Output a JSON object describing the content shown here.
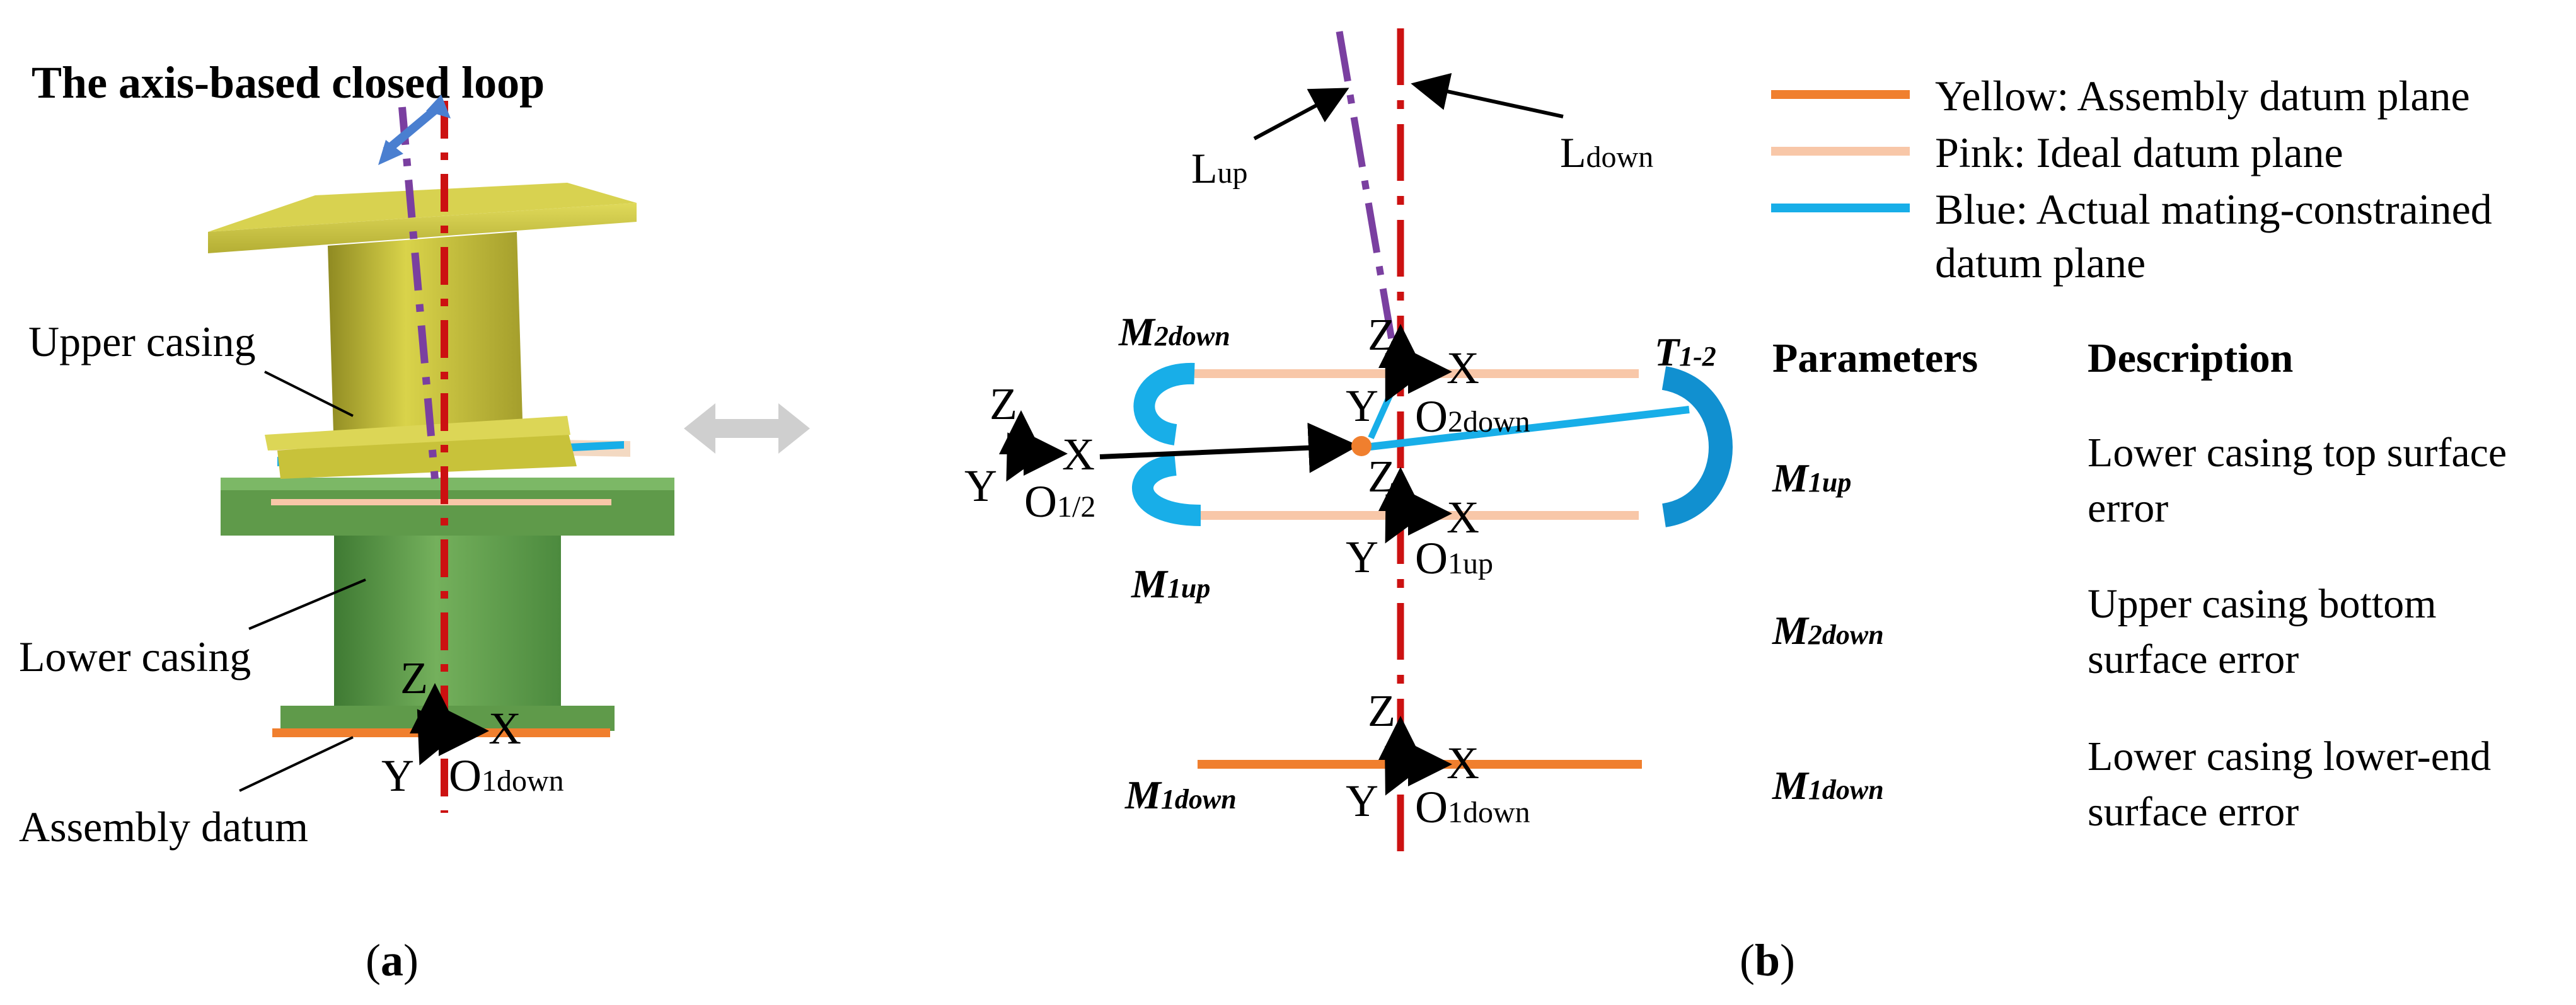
{
  "panel_a": {
    "title": "The axis-based closed loop",
    "upper_casing": "Upper casing",
    "lower_casing": "Lower casing",
    "assembly_datum": "Assembly datum",
    "caption": "(a)",
    "caption_letter": "a",
    "frame": {
      "z": "Z",
      "x": "X",
      "y": "Y",
      "origin": "O",
      "origin_sub": "1down"
    }
  },
  "panel_b": {
    "caption_letter": "b",
    "l_up": "L",
    "l_up_sub": "up",
    "l_down": "L",
    "l_down_sub": "down",
    "m2down": "M",
    "m2down_sub": "2down",
    "m1up": "M",
    "m1up_sub": "1up",
    "m1down": "M",
    "m1down_sub": "1down",
    "t12": "T",
    "t12_sub": "1-2",
    "frame_o2down": {
      "z": "Z",
      "x": "X",
      "y": "Y",
      "origin": "O",
      "origin_sub": "2down"
    },
    "frame_o12": {
      "z": "Z",
      "x": "X",
      "y": "Y",
      "origin": "O",
      "origin_sub": "1/2"
    },
    "frame_o1up": {
      "z": "Z",
      "x": "X",
      "y": "Y",
      "origin": "O",
      "origin_sub": "1up"
    },
    "frame_o1down": {
      "z": "Z",
      "x": "X",
      "y": "Y",
      "origin": "O",
      "origin_sub": "1down"
    }
  },
  "legend": {
    "yellow": {
      "label": "Yellow: Assembly datum plane",
      "color": "#f07f2e"
    },
    "pink": {
      "label": "Pink: Ideal datum plane",
      "color": "#f8c7a8"
    },
    "blue": {
      "label_line1": "Blue: Actual mating-constrained",
      "label_line2": "datum plane",
      "color": "#18aee8"
    }
  },
  "table": {
    "col_parameters": "Parameters",
    "col_description": "Description",
    "rows": [
      {
        "param": "M",
        "param_sub": "1up",
        "desc_line1": "Lower casing top surface",
        "desc_line2": "error"
      },
      {
        "param": "M",
        "param_sub": "2down",
        "desc_line1": "Upper casing bottom",
        "desc_line2": "surface error"
      },
      {
        "param": "M",
        "param_sub": "1down",
        "desc_line1": "Lower casing lower-end",
        "desc_line2": "surface error"
      }
    ]
  },
  "colors": {
    "axis_red": "#cc1111",
    "axis_purple": "#7a3fa0",
    "yellow_casing": "#c8c23a",
    "green_casing": "#5f9a4a",
    "arrow_blue": "#4a7fd0",
    "arrow_gray": "#c8c8c8",
    "blue_arrow_fill": "#18aee8"
  }
}
